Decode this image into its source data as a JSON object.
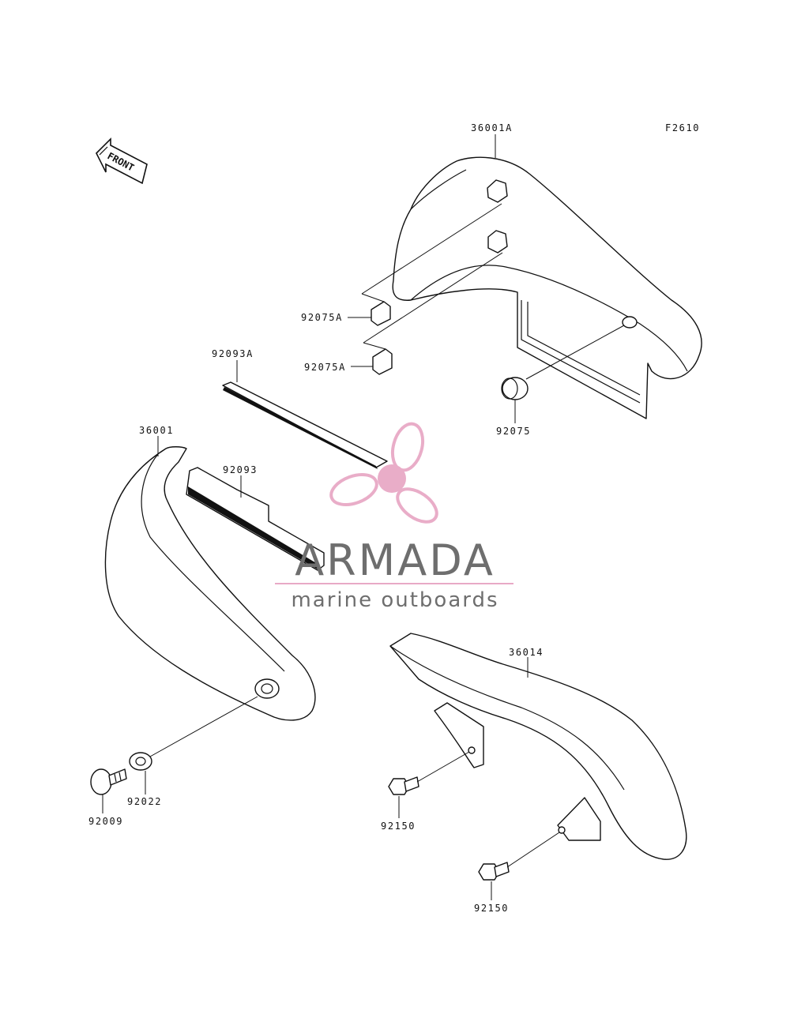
{
  "figure_code": "F2610",
  "front_arrow_label": "FRONT",
  "parts": {
    "p36001A": "36001A",
    "p92075A_upper": "92075A",
    "p92075A_lower": "92075A",
    "p92075": "92075",
    "p92093A": "92093A",
    "p36001": "36001",
    "p92093": "92093",
    "p36014": "36014",
    "p92009": "92009",
    "p92022": "92022",
    "p92150_upper": "92150",
    "p92150_lower": "92150"
  },
  "watermark": {
    "brand": "ARMADA",
    "tagline": "marine outboards",
    "logo_color": "#e8a9c6",
    "text_color": "#6e6e6e"
  }
}
